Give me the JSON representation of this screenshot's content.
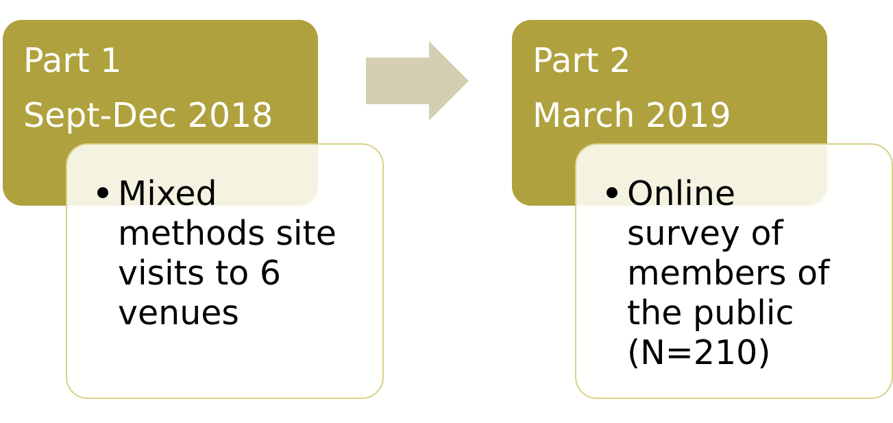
{
  "diagram": {
    "phases": [
      {
        "header_line_1": "Part 1",
        "header_line_2": "Sept-Dec 2018",
        "bullet": "Mixed\nmethods site\nvisits to 6\nvenues"
      },
      {
        "header_line_1": "Part 2",
        "header_line_2": "March 2019",
        "bullet": "Online\nsurvey of\nmembers of\nthe public\n(N=210)"
      }
    ],
    "colors": {
      "header_fill": "#afa23e",
      "header_text": "#ffffff",
      "detail_border": "#d9cf86",
      "arrow_fill": "#d4cfb2"
    }
  }
}
